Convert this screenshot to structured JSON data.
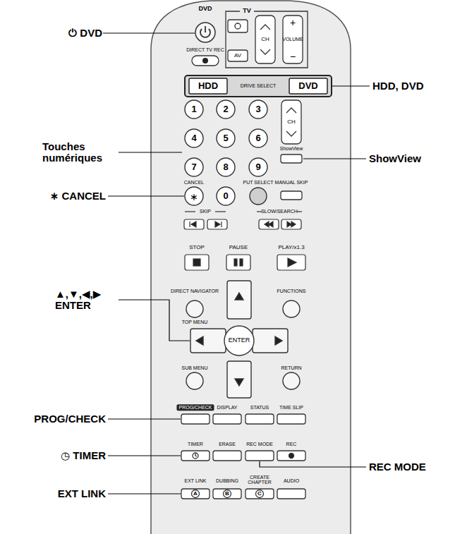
{
  "diagram": {
    "labels": [
      "DVD",
      "⏻ DVD",
      "TV",
      "+",
      "VOLUME",
      "−",
      "DIRECT TV REC",
      "AV",
      "CH",
      "HDD",
      "DRIVE SELECT",
      "DVD",
      "HDD, DVD",
      "1",
      "2",
      "3",
      "4",
      "5",
      "6",
      "7",
      "8",
      "9",
      "CH",
      "ShowView",
      "ShowView",
      "Touches numériques",
      "CANCEL",
      "∗",
      "0",
      "PUT SELECT",
      "MANUAL SKIP",
      "∗ CANCEL",
      "SKIP",
      "SLOW/SEARCH",
      "STOP",
      "PAUSE",
      "PLAY/x1.3",
      "DIRECT NAVIGATOR",
      "FUNCTIONS",
      "TOP MENU",
      "▲,▼,◀,▶ ENTER",
      "ENTER",
      "SUB MENU",
      "RETURN",
      "PROG/CHECK",
      "DISPLAY",
      "STATUS",
      "TIME SLIP",
      "PROG/CHECK",
      "TIMER",
      "ERASE",
      "REC MODE",
      "REC",
      "◷ TIMER",
      "REC MODE",
      "EXT LINK",
      "DUBBING",
      "CREATE CHAPTER",
      "AUDIO",
      "A",
      "B",
      "C",
      "EXT LINK"
    ]
  }
}
